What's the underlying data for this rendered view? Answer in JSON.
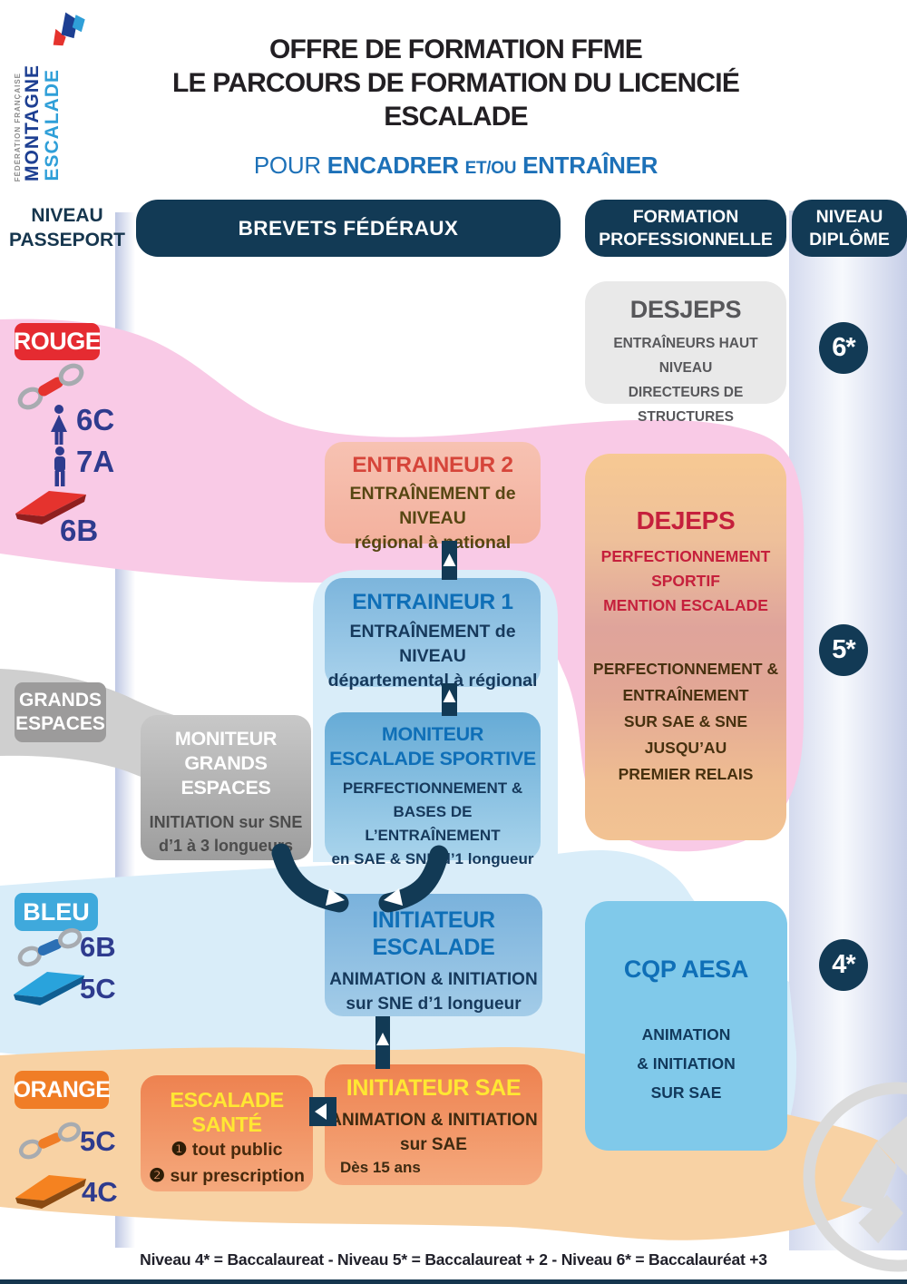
{
  "palette": {
    "navy": "#123a55",
    "blue_title": "#0f6fb7",
    "red_badge": "#e5332e",
    "crimson": "#c5203c",
    "yellow": "#ffe733",
    "pink_band": "#f9cae6",
    "blue_band": "#d9edf9",
    "gray_band": "#cfcfcf",
    "orange_band": "#f8d2a4",
    "royal_blue_grade": "#2e3b8e",
    "cyan_badge": "#3fa9dc",
    "orange_badge": "#f07d26",
    "lavender": "#c9d1e8"
  },
  "logo": {
    "federation": "FÉDÉRATION FRANÇAISE",
    "montagne": "MONTAGNE",
    "escalade": "ESCALADE"
  },
  "title": {
    "line1": "OFFRE DE FORMATION FFME",
    "line2": "LE PARCOURS DE FORMATION DU LICENCIÉ ESCALADE"
  },
  "subtitle": {
    "pour": "POUR",
    "encadrer": "ENCADRER",
    "etou": "ET/OU",
    "entrainer": "ENTRAÎNER"
  },
  "headers": {
    "passport_line1": "NIVEAU",
    "passport_line2": "PASSEPORT",
    "brevets": "BREVETS FÉDÉRAUX",
    "pro_line1": "FORMATION",
    "pro_line2": "PROFESSIONNELLE",
    "diplome_line1": "NIVEAU",
    "diplome_line2": "DIPLÔME"
  },
  "passport": {
    "rouge": {
      "label": "ROUGE",
      "female_grade": "6C",
      "male_grade": "7A",
      "bloc_grade": "6B"
    },
    "grands_espaces": {
      "label_line1": "GRANDS",
      "label_line2": "ESPACES"
    },
    "bleu": {
      "label": "BLEU",
      "rope_grade": "6B",
      "bloc_grade": "5C"
    },
    "orange": {
      "label": "ORANGE",
      "rope_grade": "5C",
      "bloc_grade": "4C"
    }
  },
  "brevets": {
    "entraineur2": {
      "title": "ENTRAINEUR 2",
      "body_line1": "ENTRAÎNEMENT de NIVEAU",
      "body_line2": "régional à national"
    },
    "entraineur1": {
      "title": "ENTRAINEUR 1",
      "body_line1": "ENTRAÎNEMENT de NIVEAU",
      "body_line2": "départemental à régional"
    },
    "moniteur_grands_espaces": {
      "title_line1": "MONITEUR",
      "title_line2": "GRANDS ESPACES",
      "body_line1": "INITIATION sur SNE",
      "body_line2": "d’1 à 3 longueurs"
    },
    "moniteur_escalade_sportive": {
      "title_line1": "MONITEUR",
      "title_line2": "ESCALADE SPORTIVE",
      "body_line1": "PERFECTIONNEMENT &",
      "body_line2": "BASES DE L’ENTRAÎNEMENT",
      "body_line3": "en SAE & SNE d’1 longueur"
    },
    "initiateur_escalade": {
      "title_line1": "INITIATEUR",
      "title_line2": "ESCALADE",
      "body_line1": "ANIMATION & INITIATION",
      "body_line2": "sur SNE d’1 longueur"
    },
    "initiateur_sae": {
      "title": "INITIATEUR SAE",
      "body_line1": "ANIMATION & INITIATION",
      "body_line2": "sur SAE",
      "note": "Dès 15 ans"
    },
    "escalade_sante": {
      "title": "ESCALADE SANTÉ",
      "item1_num": "❶",
      "item1_text": "tout public",
      "item2_num": "❷",
      "item2_text": "sur prescription"
    }
  },
  "pro": {
    "desjeps": {
      "title": "DESJEPS",
      "body_line1": "ENTRAÎNEURS HAUT NIVEAU",
      "body_line2": "DIRECTEURS DE STRUCTURES",
      "level": "6*"
    },
    "dejeps": {
      "title": "DEJEPS",
      "sub_line1": "PERFECTIONNEMENT",
      "sub_line2": "SPORTIF",
      "sub_line3": "MENTION ESCALADE",
      "body_line1": "PERFECTIONNEMENT &",
      "body_line2": "ENTRAÎNEMENT",
      "body_line3": "SUR SAE & SNE JUSQU’AU",
      "body_line4": "PREMIER RELAIS",
      "level": "5*"
    },
    "cqp_aesa": {
      "title": "CQP AESA",
      "body_line1": "ANIMATION",
      "body_line2": "& INITIATION",
      "body_line3": "SUR SAE",
      "level": "4*"
    }
  },
  "footer": "Niveau 4* = Baccalaureat - Niveau 5* = Baccalaureat + 2 - Niveau 6* = Baccalauréat +3"
}
